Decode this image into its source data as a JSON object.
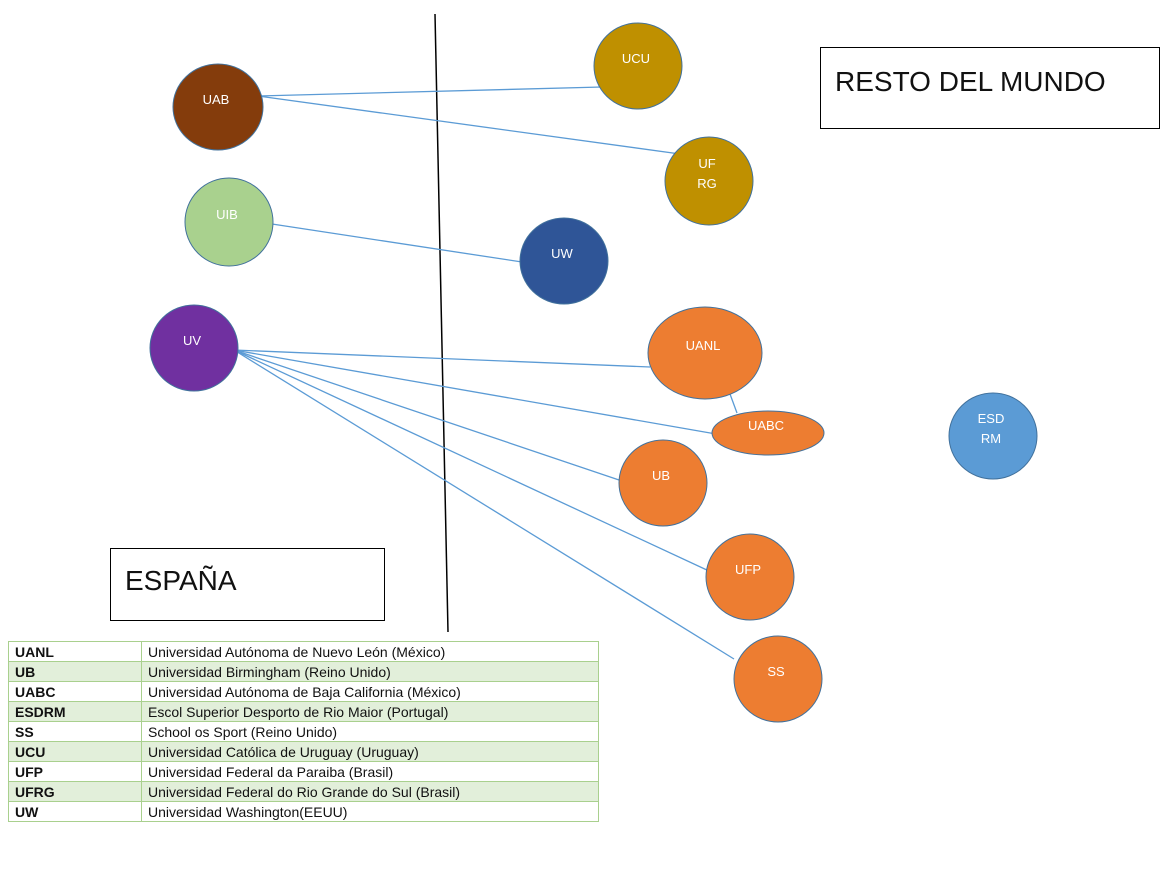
{
  "regions": {
    "resto": "RESTO DEL MUNDO",
    "espana": "ESPAÑA"
  },
  "nodes": [
    {
      "id": "uab",
      "lines": [
        "UAB"
      ],
      "color": "#843c0c"
    },
    {
      "id": "uib",
      "lines": [
        "UIB"
      ],
      "color": "#a9d18e"
    },
    {
      "id": "uv",
      "lines": [
        "UV"
      ],
      "color": "#7030a0"
    },
    {
      "id": "ucu",
      "lines": [
        "UCU"
      ],
      "color": "#bf9000"
    },
    {
      "id": "ufrg",
      "lines": [
        "UF",
        "RG"
      ],
      "color": "#bf9000"
    },
    {
      "id": "uw",
      "lines": [
        "UW"
      ],
      "color": "#2f5597"
    },
    {
      "id": "uanl",
      "lines": [
        "UANL"
      ],
      "color": "#ed7d31"
    },
    {
      "id": "uabc",
      "lines": [
        "UABC"
      ],
      "color": "#ed7d31"
    },
    {
      "id": "ub",
      "lines": [
        "UB"
      ],
      "color": "#ed7d31"
    },
    {
      "id": "ufp",
      "lines": [
        "UFP"
      ],
      "color": "#ed7d31"
    },
    {
      "id": "ss",
      "lines": [
        "SS"
      ],
      "color": "#ed7d31"
    },
    {
      "id": "esdrm",
      "lines": [
        "ESD",
        "RM"
      ],
      "color": "#5b9bd5"
    }
  ],
  "edges": [
    [
      "uab",
      "ucu"
    ],
    [
      "uab",
      "ufrg"
    ],
    [
      "uib",
      "uw"
    ],
    [
      "uv",
      "uanl"
    ],
    [
      "uv",
      "uabc"
    ],
    [
      "uv",
      "ub"
    ],
    [
      "uv",
      "ufp"
    ],
    [
      "uv",
      "ss"
    ],
    [
      "uanl",
      "uabc"
    ]
  ],
  "colors": {
    "edge": "#5b9bd5",
    "divider": "#000000"
  },
  "legend": [
    {
      "abbr": "UANL",
      "name": "Universidad Autónoma de Nuevo León (México)"
    },
    {
      "abbr": "UB",
      "name": "Universidad Birmingham (Reino Unido)"
    },
    {
      "abbr": "UABC",
      "name": "Universidad Autónoma de Baja California (México)"
    },
    {
      "abbr": "ESDRM",
      "name": "Escol Superior Desporto de Rio Maior (Portugal)"
    },
    {
      "abbr": "SS",
      "name": "School os Sport (Reino Unido)"
    },
    {
      "abbr": "UCU",
      "name": "Universidad Católica de Uruguay (Uruguay)"
    },
    {
      "abbr": "UFP",
      "name": "Universidad Federal da Paraiba (Brasil)"
    },
    {
      "abbr": "UFRG",
      "name": "Universidad Federal do Rio Grande do Sul (Brasil)"
    },
    {
      "abbr": "UW",
      "name": "Universidad Washington(EEUU)"
    }
  ]
}
